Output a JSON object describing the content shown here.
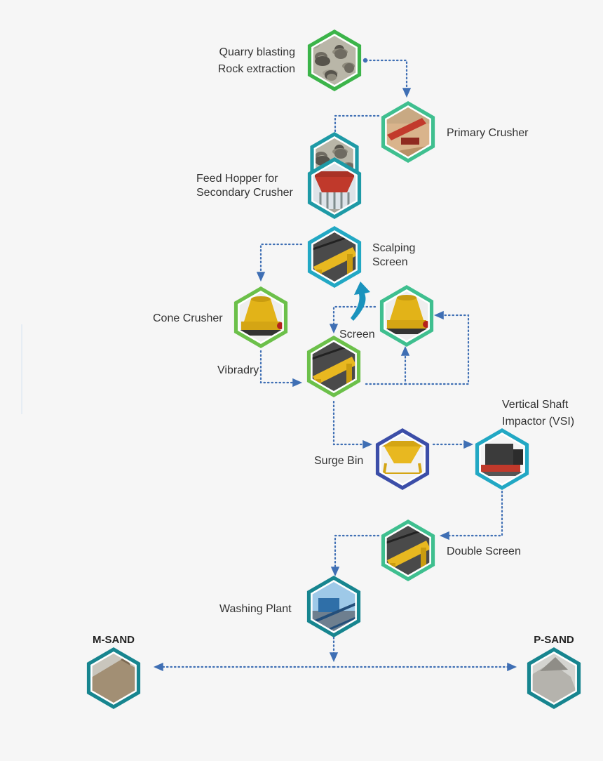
{
  "colors": {
    "background": "#f6f6f6",
    "flow_line": "#3f6fb4",
    "green": "#3cb44a",
    "light_green": "#6cc04a",
    "teal": "#1e9aa6",
    "cyan": "#22a8c4",
    "mint": "#3fbf8f",
    "indigo": "#3c4ea8",
    "dark_teal": "#17858f",
    "recycle_arrow": "#1a93bd"
  },
  "stages": {
    "quarry": {
      "line1": "Quarry blasting",
      "line2": "Rock extraction",
      "photo": "rock-pile-photo"
    },
    "primary": {
      "label": "Primary Crusher",
      "photo": "crusher-machine-photo"
    },
    "hopper": {
      "line1": "Feed Hopper for",
      "line2": "Secondary Crusher",
      "photo": "feed-hopper-photo"
    },
    "scalping": {
      "line1": "Scalping",
      "line2": "Screen",
      "photo": "vibrating-screen-photo"
    },
    "cone": {
      "label": "Cone Crusher",
      "photo": "cone-crusher-photo"
    },
    "cone2": {
      "photo": "cone-crusher-photo"
    },
    "screen": {
      "label": "Screen"
    },
    "vibradry": {
      "label": "Vibradry",
      "photo": "vibradry-screen-photo"
    },
    "surge": {
      "label": "Surge Bin",
      "photo": "surge-bin-photo"
    },
    "vsi": {
      "line1": "Vertical Shaft",
      "line2": "Impactor (VSI)",
      "photo": "vsi-machine-photo"
    },
    "double": {
      "label": "Double Screen",
      "photo": "double-screen-photo"
    },
    "washing": {
      "label": "Washing Plant",
      "photo": "washing-plant-photo"
    }
  },
  "outputs": {
    "msand": {
      "label": "M-SAND",
      "photo": "sand-heap-photo"
    },
    "psand": {
      "label": "P-SAND",
      "photo": "sand-heap-photo"
    }
  }
}
